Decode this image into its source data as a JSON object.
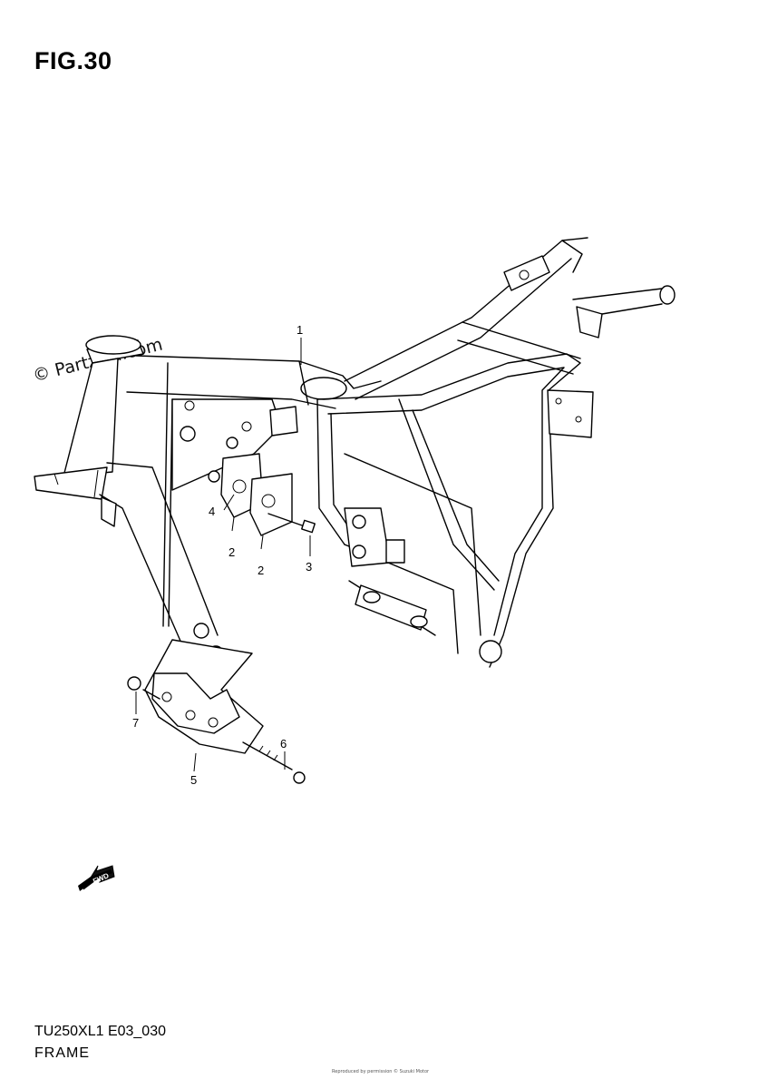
{
  "figure": {
    "title": "FIG.30",
    "watermark": "© Partzilla.com",
    "code": "TU250XL1 E03_030",
    "name": "FRAME",
    "footnote": "Reproduced by permission © Suzuki Motor"
  },
  "callouts": [
    {
      "id": "1",
      "label": "1"
    },
    {
      "id": "2a",
      "label": "2"
    },
    {
      "id": "2b",
      "label": "2"
    },
    {
      "id": "3",
      "label": "3"
    },
    {
      "id": "4",
      "label": "4"
    },
    {
      "id": "5",
      "label": "5"
    },
    {
      "id": "6",
      "label": "6"
    },
    {
      "id": "7",
      "label": "7"
    }
  ],
  "fwd_marker": {
    "label": "FWD",
    "icon": "forward-arrow-icon"
  }
}
